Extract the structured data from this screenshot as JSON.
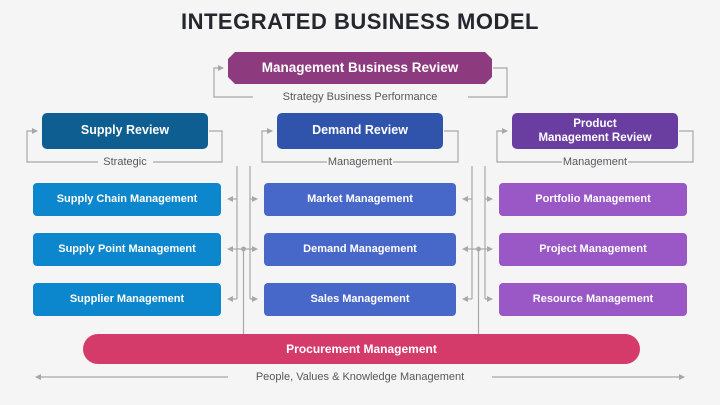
{
  "title": "INTEGRATED BUSINESS MODEL",
  "top": {
    "label": "Management Business Review",
    "sublabel": "Strategy Business Performance",
    "color": "#8e3a7f"
  },
  "columns": [
    {
      "header": "Supply Review",
      "header_color": "#0f5e91",
      "tag": "Strategic",
      "box_color": "#0c86cc",
      "items": [
        "Supply Chain Management",
        "Supply Point Management",
        "Supplier Management"
      ]
    },
    {
      "header": "Demand Review",
      "header_color": "#3053ac",
      "tag": "Management",
      "box_color": "#4767c9",
      "items": [
        "Market Management",
        "Demand Management",
        "Sales Management"
      ]
    },
    {
      "header": "Product\nManagement Review",
      "header_color": "#6a3da1",
      "tag": "Management",
      "box_color": "#9a57c6",
      "items": [
        "Portfolio Management",
        "Project Management",
        "Resource Management"
      ]
    }
  ],
  "bottom": {
    "bar_label": "Procurement Management",
    "bar_color": "#d43b6b",
    "caption": "People, Values & Knowledge Management"
  },
  "colors": {
    "connector": "#a8a8aa",
    "label_text": "#58585a",
    "title_text": "#26262e",
    "background": "#f5f5f6"
  }
}
